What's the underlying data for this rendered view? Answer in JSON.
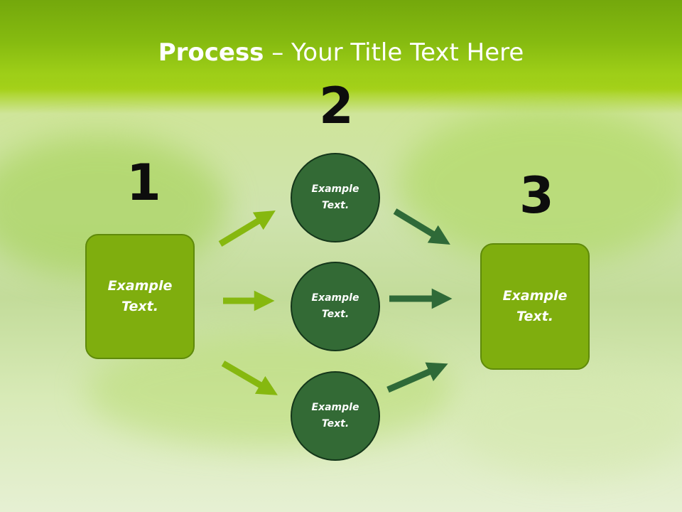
{
  "title": {
    "bold": "Process",
    "rest": " – Your Title Text Here"
  },
  "step_numbers": [
    "1",
    "2",
    "3"
  ],
  "left_box": {
    "text": "Example Text."
  },
  "circles": [
    {
      "text": "Example Text."
    },
    {
      "text": "Example Text."
    },
    {
      "text": "Example Text."
    }
  ],
  "right_box": {
    "text": "Example Text."
  },
  "colors": {
    "title_bar": "#86bb10",
    "box_fill": "#7fae0e",
    "circle_fill": "#336a35",
    "arrow_light": "#86b80f",
    "arrow_dark": "#2f6a38"
  }
}
